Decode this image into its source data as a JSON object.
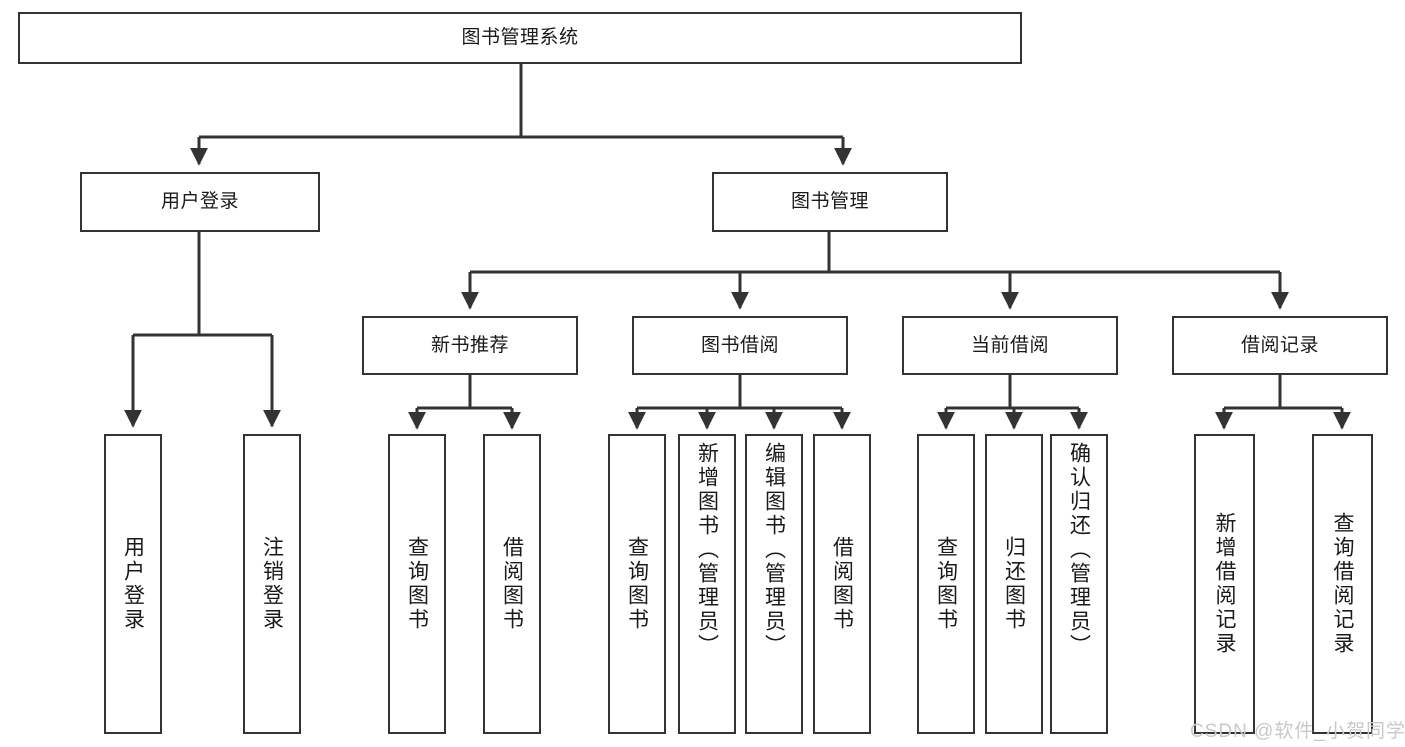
{
  "diagram": {
    "title": "图书管理系统",
    "type": "tree-hierarchy",
    "watermark": "CSDN @软件_小贺同学",
    "colors": {
      "box_border": "#333333",
      "box_fill": "#ffffff",
      "text": "#1a1a1a",
      "connector": "#333333",
      "watermark": "#c9c9c9",
      "background": "#ffffff"
    },
    "root": {
      "label": "图书管理系统"
    },
    "level2": [
      {
        "label": "用户登录"
      },
      {
        "label": "图书管理"
      }
    ],
    "level3": [
      {
        "label": "新书推荐"
      },
      {
        "label": "图书借阅"
      },
      {
        "label": "当前借阅"
      },
      {
        "label": "借阅记录"
      }
    ],
    "leaves": {
      "user_login": [
        {
          "label": "用户登录"
        },
        {
          "label": "注销登录"
        }
      ],
      "new_book_recommend": [
        {
          "label": "查询图书"
        },
        {
          "label": "借阅图书"
        }
      ],
      "book_borrow": [
        {
          "label": "查询图书"
        },
        {
          "label": "新增图书（管理员）"
        },
        {
          "label": "编辑图书（管理员）"
        },
        {
          "label": "借阅图书"
        }
      ],
      "current_borrow": [
        {
          "label": "查询图书"
        },
        {
          "label": "归还图书"
        },
        {
          "label": "确认归还（管理员）"
        }
      ],
      "borrow_records": [
        {
          "label": "新增借阅记录"
        },
        {
          "label": "查询借阅记录"
        }
      ]
    }
  }
}
